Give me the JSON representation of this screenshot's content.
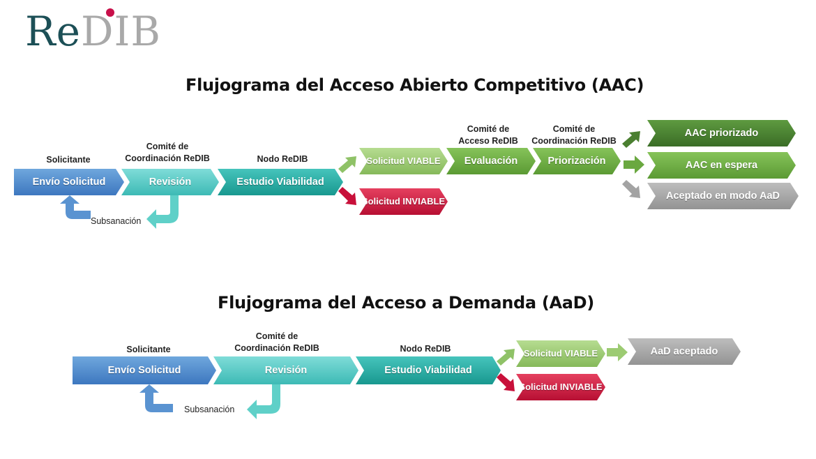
{
  "logo": {
    "re": "Re",
    "dib": "DIB"
  },
  "aac": {
    "title": "Flujograma del Acceso Abierto Competitivo (AAC)",
    "roles": {
      "solicitante": "Solicitante",
      "comite_coord": "Comité de Coordinación ReDIB",
      "nodo": "Nodo ReDIB",
      "comite_acceso": "Comité de Acceso ReDIB",
      "comite_coord2": "Comité de Coordinación ReDIB"
    },
    "steps": {
      "envio": "Envío Solicitud",
      "revision": "Revisión",
      "estudio": "Estudio Viabilidad",
      "viable": "Solicitud VIABLE",
      "inviable": "Solicitud INVIABLE",
      "evaluacion": "Evaluación",
      "priorizacion": "Priorización"
    },
    "outcomes": {
      "priorizado": "AAC priorizado",
      "espera": "AAC en espera",
      "aad": "Aceptado en modo AaD"
    },
    "subsanacion": "Subsanación"
  },
  "aad": {
    "title": "Flujograma del Acceso a Demanda (AaD)",
    "roles": {
      "solicitante": "Solicitante",
      "comite_coord": "Comité de Coordinación ReDIB",
      "nodo": "Nodo ReDIB"
    },
    "steps": {
      "envio": "Envío Solicitud",
      "revision": "Revisión",
      "estudio": "Estudio Viabilidad",
      "viable": "Solicitud VIABLE",
      "inviable": "Solicitud INVIABLE",
      "aceptado": "AaD aceptado"
    },
    "subsanacion": "Subsanación"
  },
  "colors": {
    "logo_re": "#1c4f56",
    "logo_dib": "#a9a9a9",
    "logo_dot": "#c8104a",
    "blue": "#4f86c9",
    "teal": "#3dbab5",
    "light_green": "#9ccb72",
    "dark_green": "#4a7f30",
    "red": "#c8103a",
    "gray": "#a3a3a3"
  }
}
